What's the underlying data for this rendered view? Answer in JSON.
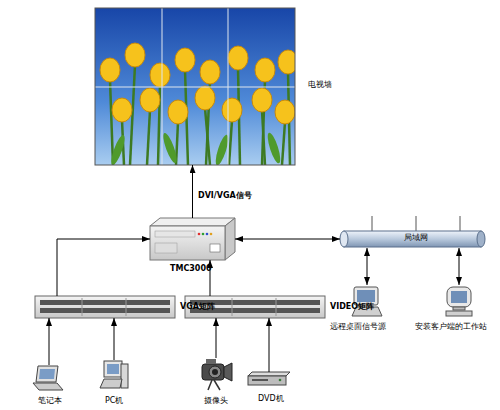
{
  "diagram": {
    "nodes": [
      {
        "text": [
          "电视墙"
        ]
      },
      {
        "text": [
          "TMC3000"
        ]
      },
      {
        "text": [
          "局域网"
        ]
      },
      {
        "text": [
          "VGA矩阵"
        ]
      },
      {
        "text": [
          "VIDEO矩阵"
        ]
      },
      {
        "text": [
          "远程桌面信号源"
        ]
      },
      {
        "text": [
          "安装客户端的工作站"
        ]
      },
      {
        "text": [
          "笔记本"
        ]
      },
      {
        "text": [
          "PC机"
        ]
      },
      {
        "text": [
          "摄像头"
        ]
      },
      {
        "text": [
          "DVD机"
        ]
      }
    ],
    "edges": [
      {
        "from": 1,
        "to": 0,
        "arrow": "to",
        "label": "DVI/VGA信号"
      },
      {
        "from": 3,
        "to": 1,
        "arrow": "to"
      },
      {
        "from": 4,
        "to": 1,
        "arrow": "to"
      },
      {
        "from": 1,
        "to": 2,
        "arrow": "both"
      },
      {
        "from": 2,
        "to": 5,
        "arrow": "both"
      },
      {
        "from": 2,
        "to": 6,
        "arrow": "both"
      },
      {
        "from": 7,
        "to": 3,
        "arrow": "to"
      },
      {
        "from": 8,
        "to": 3,
        "arrow": "to"
      },
      {
        "from": 9,
        "to": 4,
        "arrow": "to"
      },
      {
        "from": 10,
        "to": 4,
        "arrow": "to"
      }
    ]
  }
}
